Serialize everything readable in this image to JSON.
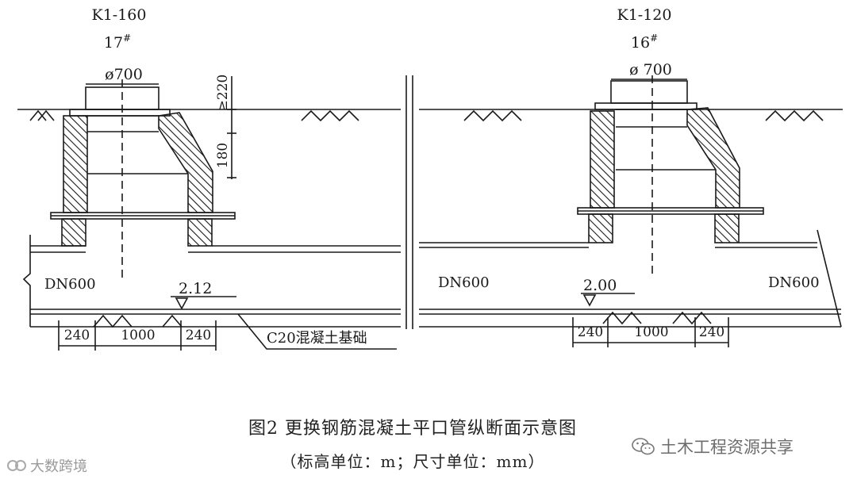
{
  "left": {
    "stake": "K1-160",
    "well_no": "17",
    "well_sup": "#",
    "dia": "ø700",
    "dim_220": "≥220",
    "dim_180": "180",
    "pipe_left": "DN600",
    "elev": "2.12",
    "dim_a": "240",
    "dim_b": "1000",
    "dim_c": "240",
    "foundation": "C20混凝土基础"
  },
  "right": {
    "stake": "K1-120",
    "well_no": "16",
    "well_sup": "#",
    "dia": "ø 700",
    "pipe_left": "DN600",
    "pipe_right": "DN600",
    "elev": "2.00",
    "dim_a": "240",
    "dim_b": "1000",
    "dim_c": "240"
  },
  "caption": {
    "title": "图2  更换钢筋混凝土平口管纵断面示意图",
    "units": "（标高单位：m；尺寸单位：mm）"
  },
  "watermark": {
    "right": "土木工程资源共享",
    "left": "大数跨境"
  }
}
